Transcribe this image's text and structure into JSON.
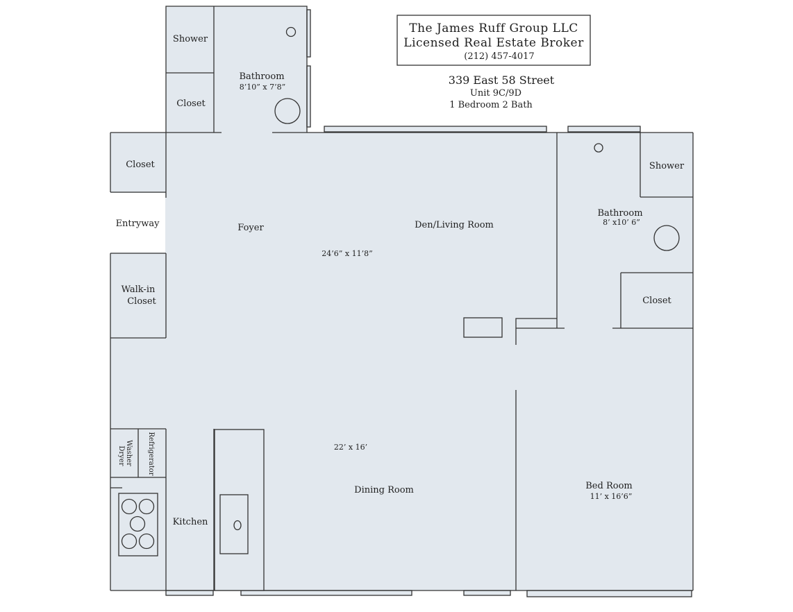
{
  "header": {
    "company": "The James Ruff Group  LLC",
    "tagline": "Licensed Real Estate Broker",
    "phone": "(212) 457-4017"
  },
  "address": {
    "street": "339 East 58 Street",
    "unit": "Unit 9C/9D",
    "summary": "1 Bedroom 2 Bath"
  },
  "rooms": {
    "shower_top": "Shower",
    "closet_top": "Closet",
    "bathroom_top": "Bathroom",
    "bathroom_top_dim": "8’10” x 7’8”",
    "closet_left": "Closet",
    "entryway": "Entryway",
    "foyer": "Foyer",
    "den_living": "Den/Living Room",
    "den_dim": "24’6” x 11’8”",
    "walkin_1": "Walk-in",
    "walkin_2": "Closet",
    "shower_right": "Shower",
    "bathroom_right": "Bathroom",
    "bathroom_right_dim": "8’ x10’ 6”",
    "closet_right": "Closet",
    "washer": "Washer",
    "dryer": "Dryer",
    "refrigerator": "Refrigerator",
    "kitchen": "Kitchen",
    "dining_dim": "22’ x 16’",
    "dining": "Dining Room",
    "bedroom": "Bed Room",
    "bedroom_dim": "11’ x 16’6”"
  }
}
